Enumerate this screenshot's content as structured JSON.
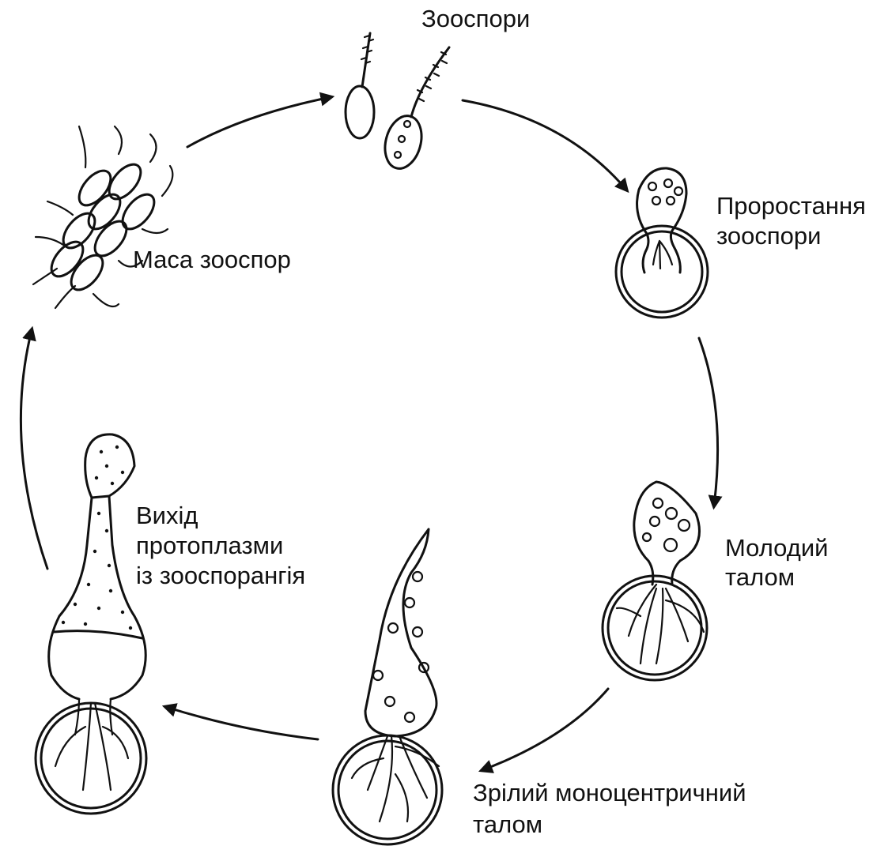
{
  "diagram": {
    "stages": {
      "zoospores": {
        "label": "Зооспори"
      },
      "germination": {
        "label_line1": "Проростання",
        "label_line2": "зооспори"
      },
      "young_thallus": {
        "label_line1": "Молодий",
        "label_line2": "талом"
      },
      "mature_thallus": {
        "label_line1": "Зрілий моноцентричний",
        "label_line2": "талом"
      },
      "protoplasm_release": {
        "label_line1": "Вихід",
        "label_line2": "протоплазми",
        "label_line3": "із зооспорангія"
      },
      "zoospore_mass": {
        "label": "Маса зооспор"
      }
    },
    "cycle_direction": "clockwise",
    "ink_color": "#111111",
    "background_color": "#ffffff"
  }
}
